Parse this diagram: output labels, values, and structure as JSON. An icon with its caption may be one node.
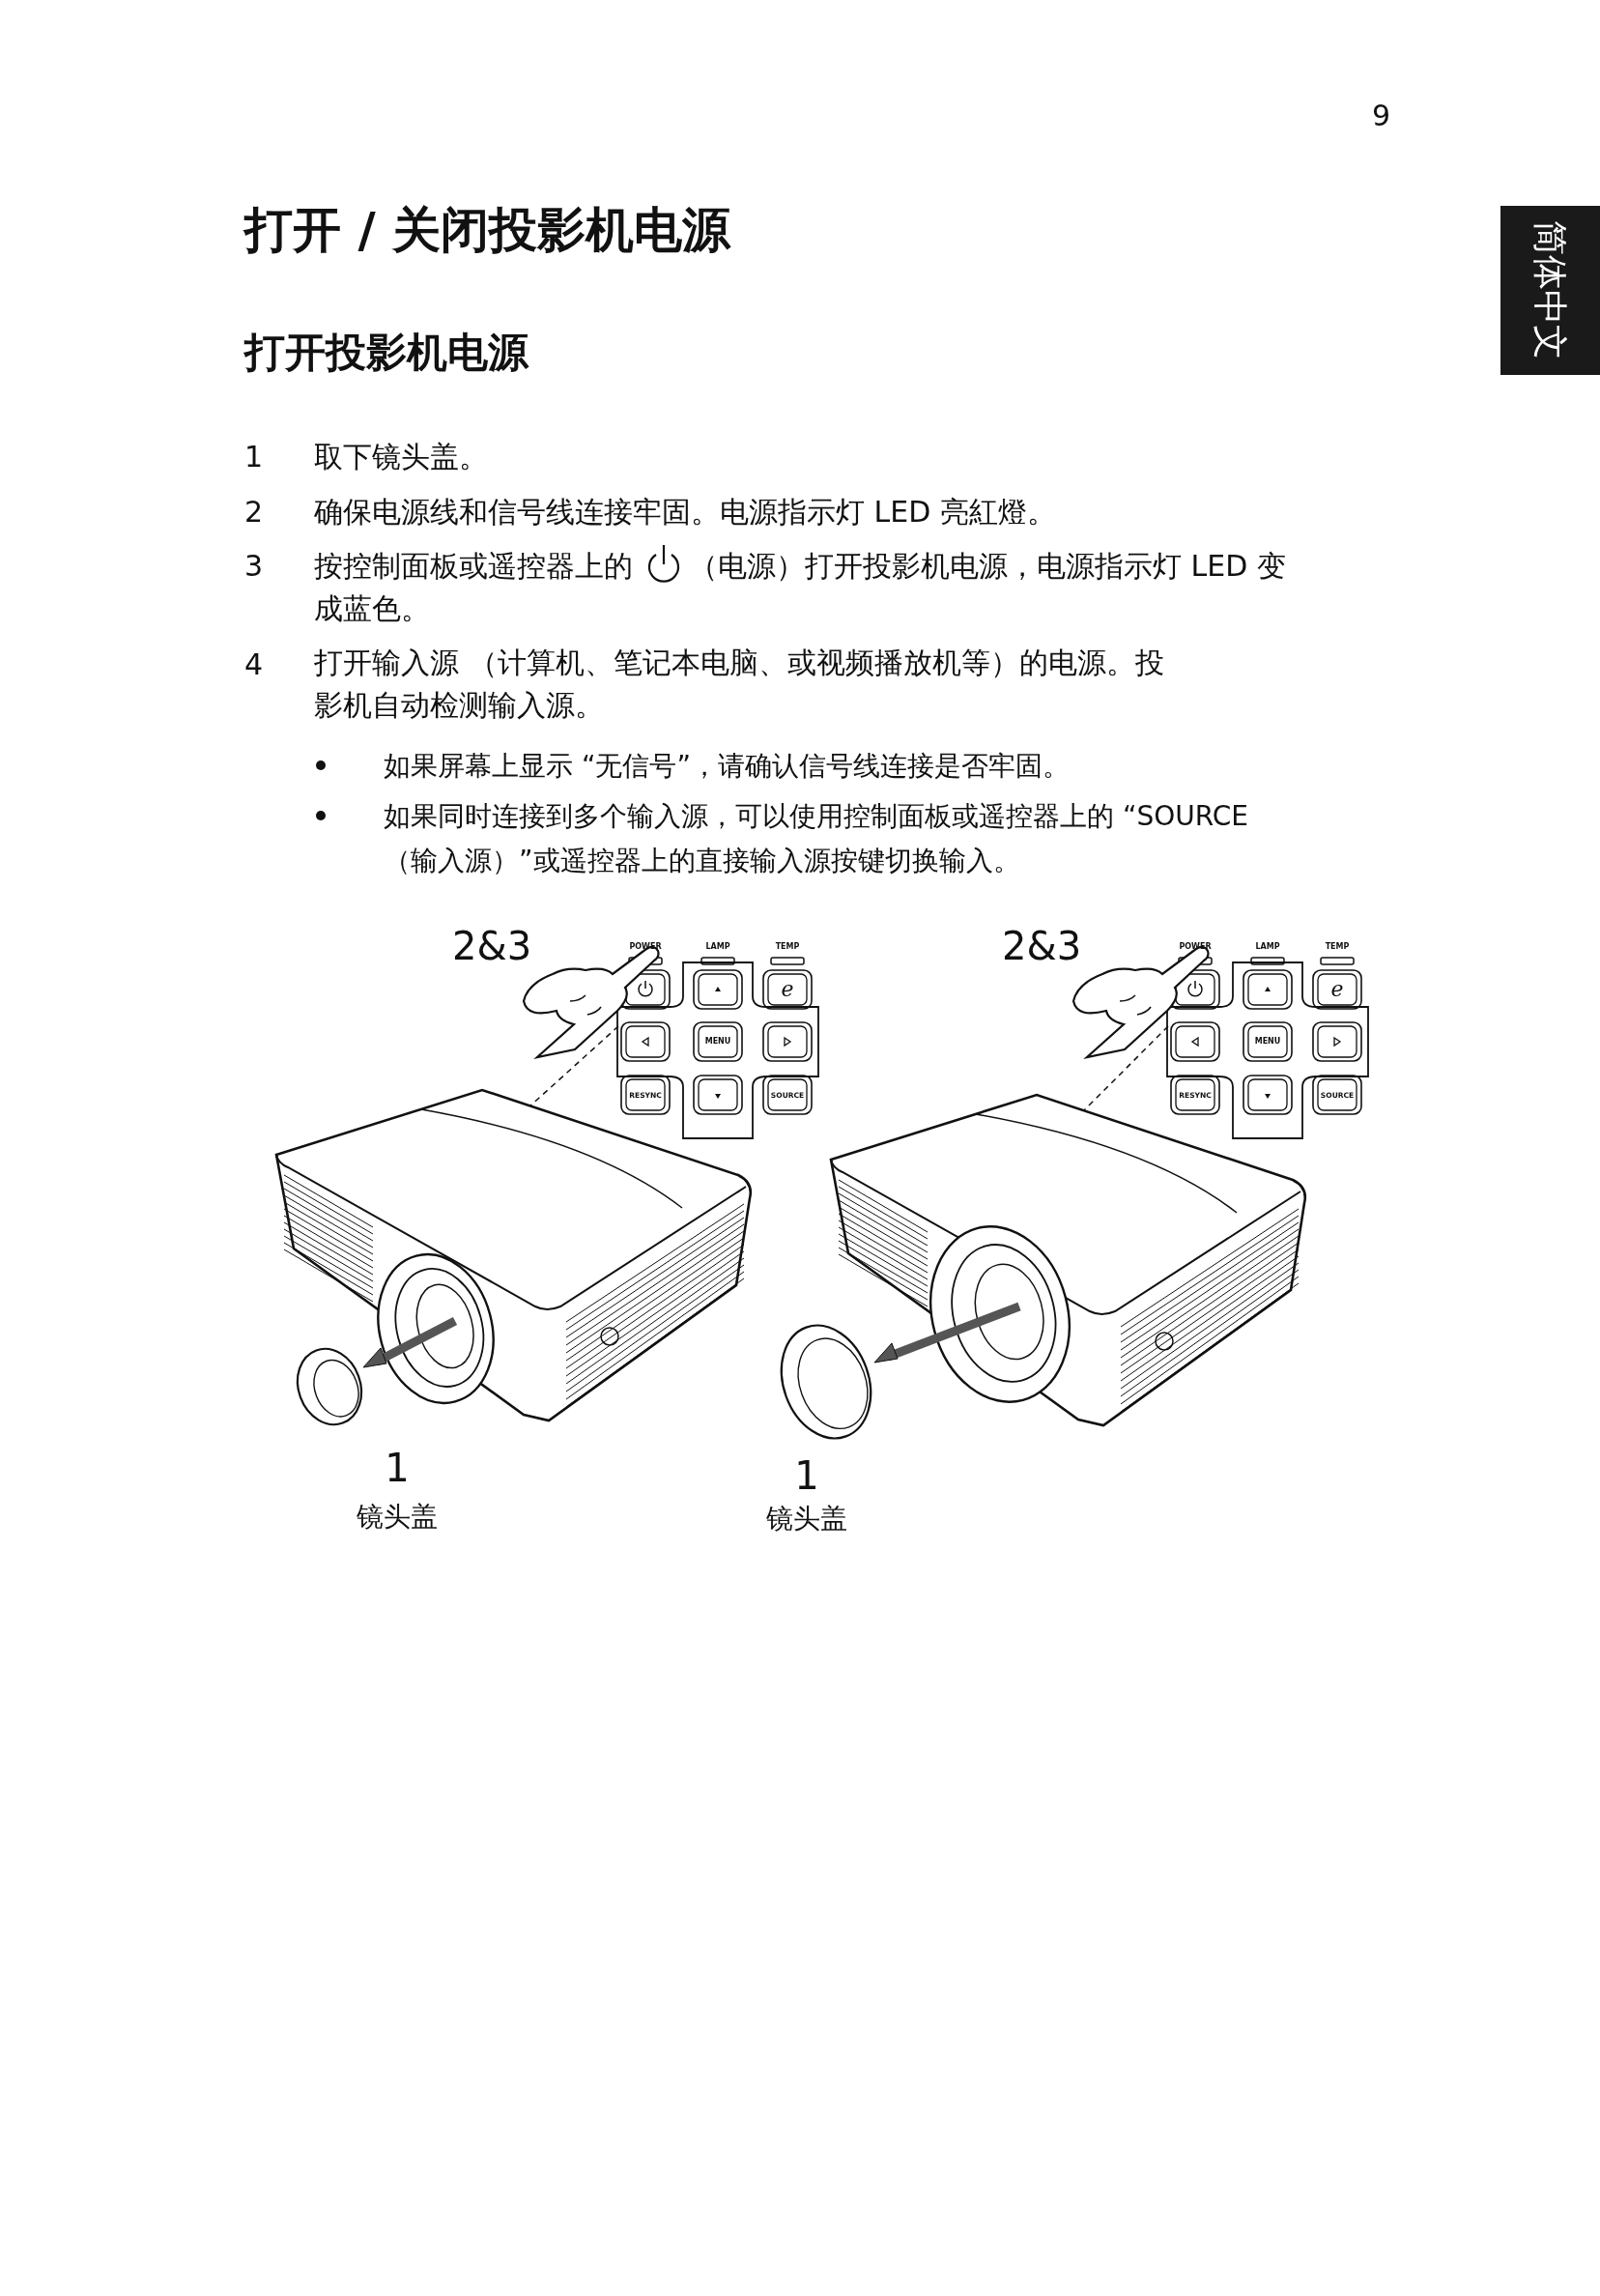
{
  "diagram": {
    "title": "打开 / 关闭投影机电源",
    "nodes": [
      {
        "text": [
          "简体中文"
        ]
      }
    ],
    "labels": [
      "9",
      "打开投影机电源",
      "1",
      "取下镜头盖。",
      "2",
      "确保电源线和信号线连接牢固。电源指示灯 LED 亮紅燈。",
      "3",
      "按控制面板或遥控器上的",
      "（电源）打开投影机电源，电源指示灯 LED 变成蓝色。",
      "4",
      "打开输入源 （计算机、笔记本电脑、或视频播放机等）的电源。投影机自动检测输入源。",
      "如果屏幕上显示 “无信号”，请确认信号线连接是否牢固。",
      "如果同时连接到多个输入源，可以使用控制面板或遥控器上的 “SOURCE（输入源）”或遥控器上的直接输入源按键切换输入。",
      "2&3",
      "POWER",
      "LAMP",
      "TEMP",
      "e",
      "MENU",
      "RESYNC",
      "SOURCE",
      "1",
      "镜头盖",
      "2&3",
      "POWER",
      "LAMP",
      "TEMP",
      "e",
      "MENU",
      "RESYNC",
      "SOURCE",
      "1",
      "镜头盖"
    ]
  }
}
